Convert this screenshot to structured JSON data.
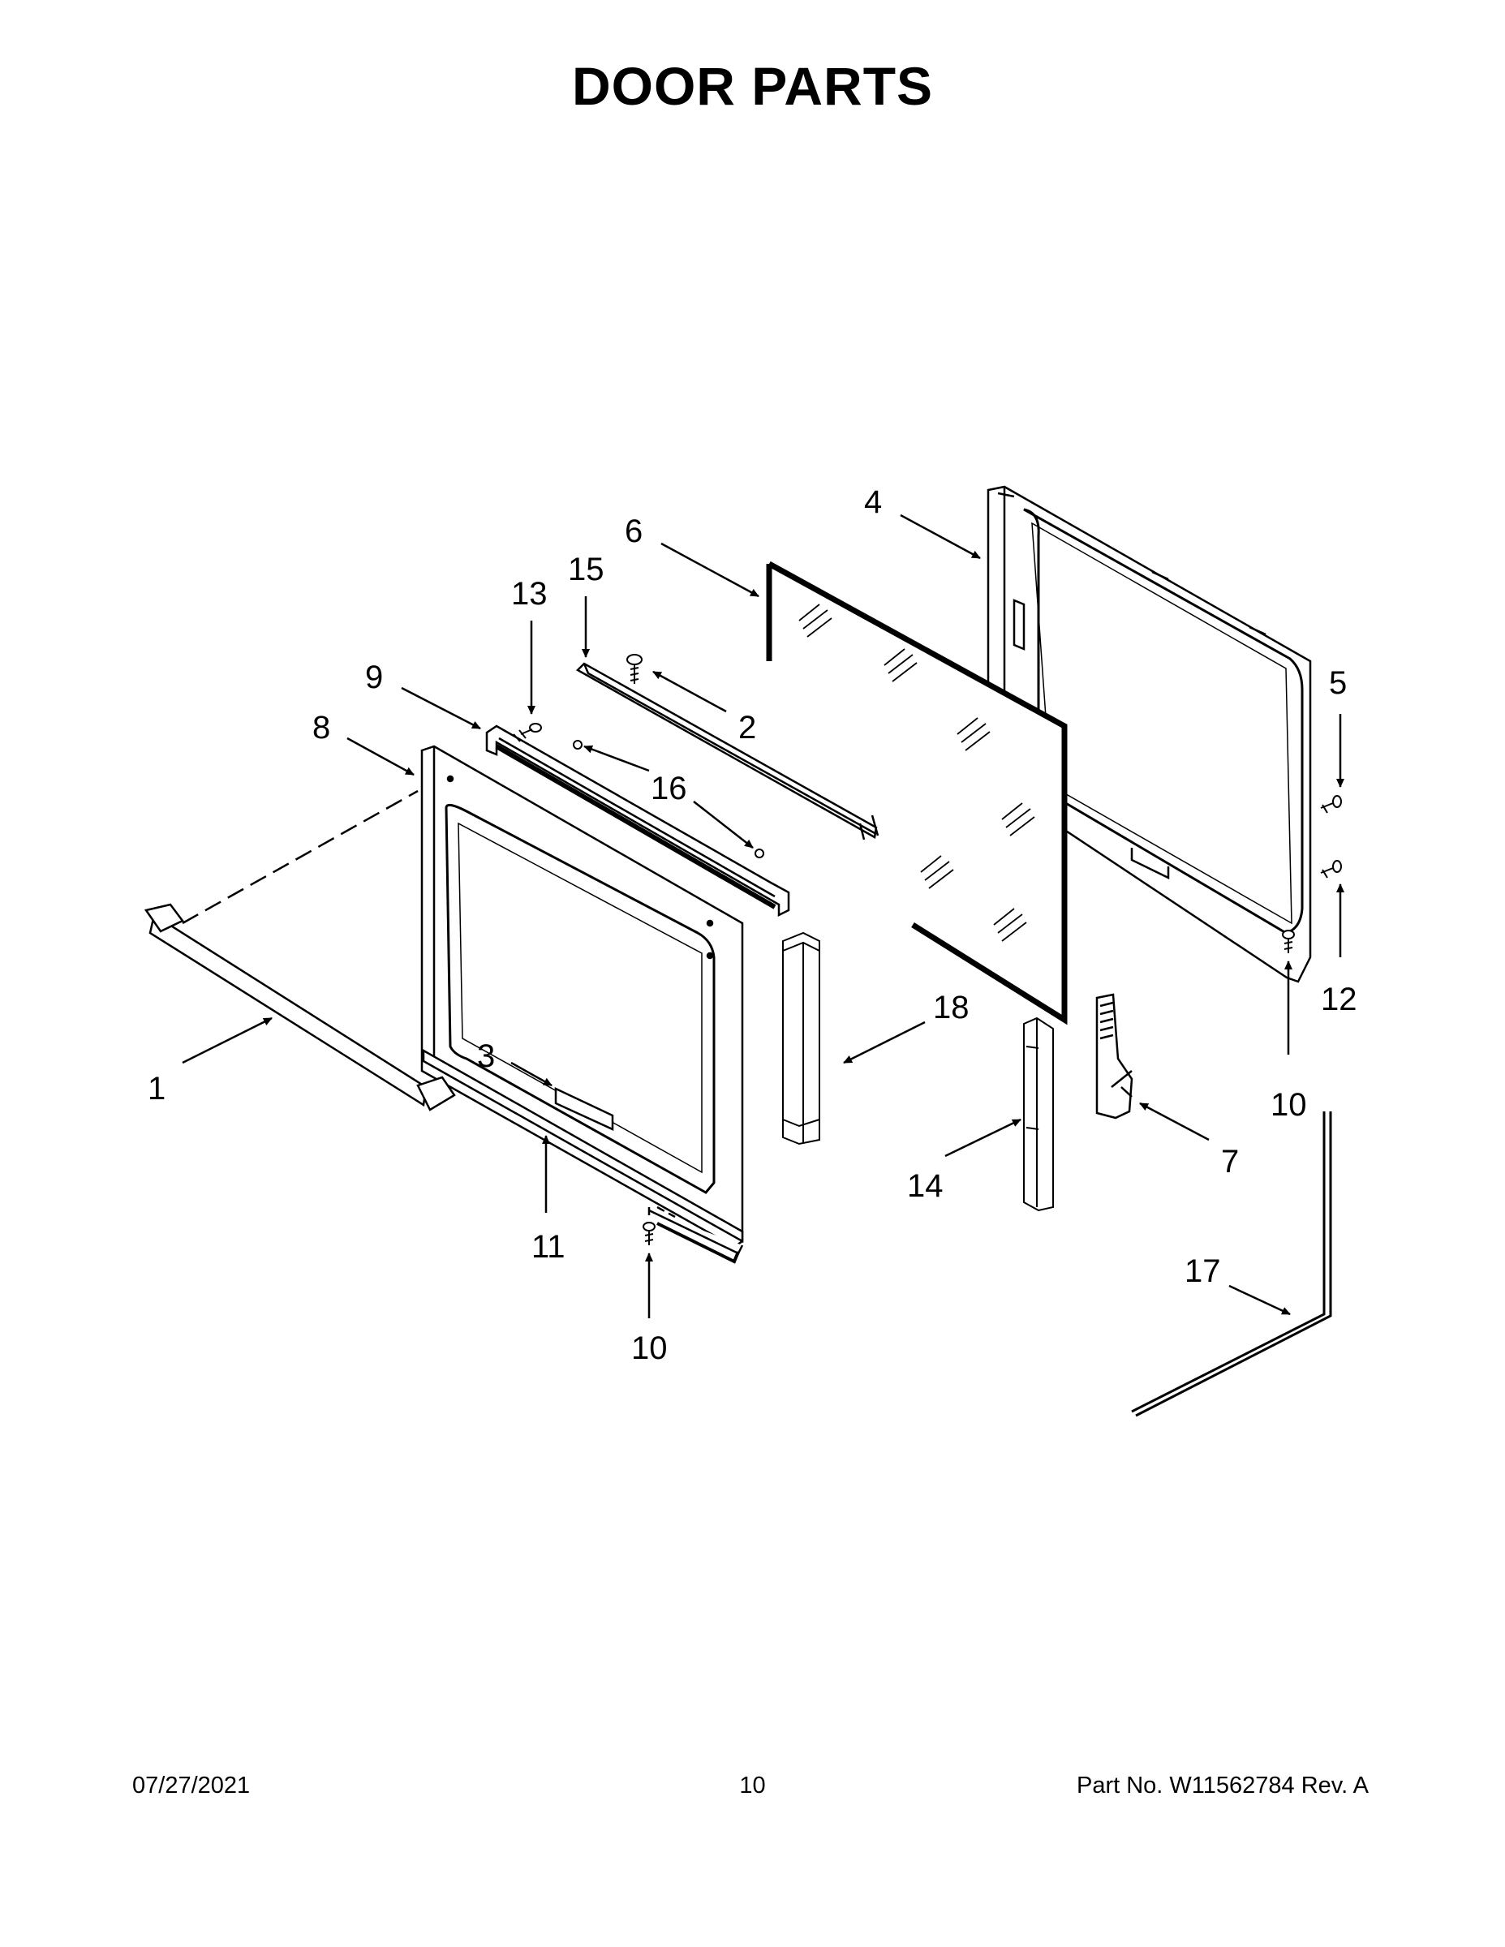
{
  "title": "DOOR PARTS",
  "callouts": {
    "c1": "1",
    "c2": "2",
    "c3": "3",
    "c4": "4",
    "c5": "5",
    "c6": "6",
    "c7": "7",
    "c8": "8",
    "c9": "9",
    "c10a": "10",
    "c10b": "10",
    "c11": "11",
    "c12": "12",
    "c13": "13",
    "c14": "14",
    "c15": "15",
    "c16": "16",
    "c17": "17",
    "c18": "18"
  },
  "footer": {
    "date": "07/27/2021",
    "page": "10",
    "part": "Part No.  W11562784  Rev.  A"
  }
}
